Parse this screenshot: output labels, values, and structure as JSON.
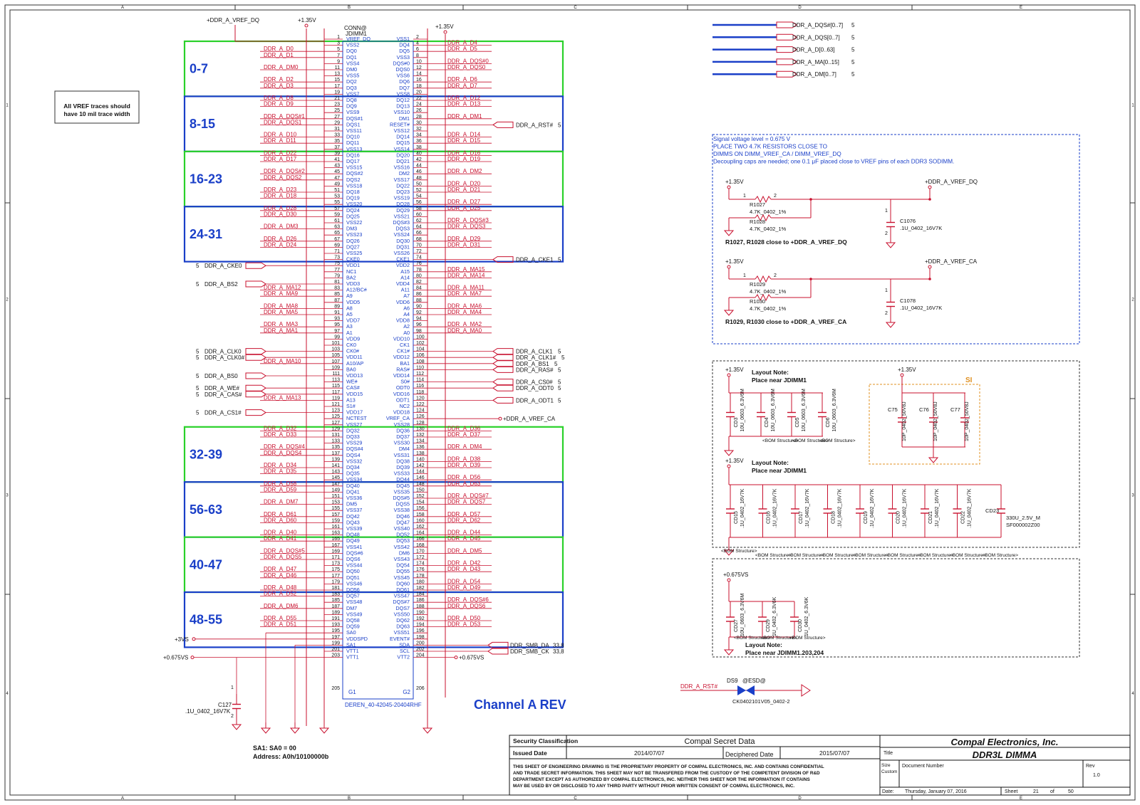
{
  "power": {
    "vref_dq": "+DDR_A_VREF_DQ",
    "v135": "+1.35V",
    "v3vs": "+3VS",
    "v0675": "+0.675VS",
    "v0675_dec": "+0.675VS",
    "vref_ca": "+DDR_A_VREF_CA"
  },
  "connector": {
    "conn": "CONN@",
    "refdes": "JDIMM1",
    "part": "DEREN_40-42045-20404RHF",
    "g1": "G1",
    "g2": "G2",
    "pin205": "205",
    "pin206": "206"
  },
  "groups": [
    "0-7",
    "8-15",
    "16-23",
    "24-31",
    "32-39",
    "56-63",
    "40-47",
    "48-55"
  ],
  "note_vref": [
    "All VREF traces should",
    "have 10 mil trace width"
  ],
  "block1": {
    "nets_left": [
      "DDR_A_D0",
      "DDR_A_D1",
      "DDR_A_DM0",
      "DDR_A_D2",
      "DDR_A_D3"
    ],
    "nets_right": [
      "DDR_A_D4",
      "DDR_A_D5",
      "DDR_A_DQS#0",
      "DDR_A_DQS0",
      "DDR_A_D6",
      "DDR_A_D7"
    ]
  },
  "block2": {
    "nets_left": [
      "DDR_A_D8",
      "DDR_A_D9",
      "DDR_A_DQS#1",
      "DDR_A_DQS1",
      "DDR_A_D10",
      "DDR_A_D11"
    ],
    "nets_right": [
      "DDR_A_D12",
      "DDR_A_D13",
      "DDR_A_DM1",
      "DDR_A_D14",
      "DDR_A_D15"
    ]
  },
  "block3": {
    "nets_left": [
      "DDR_A_D22",
      "DDR_A_D17",
      "DDR_A_DQS#2",
      "DDR_A_DQS2",
      "DDR_A_D23",
      "DDR_A_D18"
    ],
    "nets_right": [
      "DDR_A_D16",
      "DDR_A_D19",
      "DDR_A_DM2",
      "DDR_A_D20",
      "DDR_A_D21"
    ]
  },
  "block4": {
    "nets_left": [
      "DDR_A_D28",
      "DDR_A_D30",
      "DDR_A_DM3",
      "DDR_A_D26",
      "DDR_A_D24"
    ],
    "nets_right": [
      "DDR_A_D27",
      "DDR_A_D25",
      "DDR_A_DQS#3",
      "DDR_A_DQS3",
      "DDR_A_D29",
      "DDR_A_D31"
    ]
  },
  "block5": {
    "nets_left": [
      "DDR_A_D32",
      "DDR_A_D33",
      "DDR_A_DQS#4",
      "DDR_A_DQS4",
      "DDR_A_D34",
      "DDR_A_D35"
    ],
    "nets_right": [
      "DDR_A_D36",
      "DDR_A_D37",
      "DDR_A_DM4",
      "DDR_A_D38",
      "DDR_A_D39"
    ]
  },
  "block6": {
    "nets_left": [
      "DDR_A_D58",
      "DDR_A_D59",
      "DDR_A_DM7",
      "DDR_A_D61",
      "DDR_A_D60"
    ],
    "nets_right": [
      "DDR_A_D56",
      "DDR_A_D63",
      "DDR_A_DQS#7",
      "DDR_A_DQS7",
      "DDR_A_D57",
      "DDR_A_D62"
    ]
  },
  "block7": {
    "nets_left": [
      "DDR_A_D40",
      "DDR_A_D41",
      "DDR_A_DQS#5",
      "DDR_A_DQS5",
      "DDR_A_D47",
      "DDR_A_D46"
    ],
    "nets_right": [
      "DDR_A_D44",
      "DDR_A_D45",
      "DDR_A_DM5",
      "DDR_A_D42",
      "DDR_A_D43"
    ]
  },
  "block8": {
    "nets_left": [
      "DDR_A_D48",
      "DDR_A_D52",
      "DDR_A_DM6",
      "DDR_A_D55",
      "DDR_A_D51"
    ],
    "nets_right": [
      "DDR_A_D54",
      "DDR_A_D49",
      "DDR_A_DQS#6",
      "DDR_A_DQS6",
      "DDR_A_D50",
      "DDR_A_D53"
    ]
  },
  "ctrl_left": [
    "DDR_A_MA12",
    "DDR_A_MA9",
    "DDR_A_MA8",
    "DDR_A_MA5",
    "DDR_A_MA3",
    "DDR_A_MA1",
    "DDR_A_MA10",
    "DDR_A_MA13"
  ],
  "ctrl_right": [
    "DDR_A_MA15",
    "DDR_A_MA14",
    "DDR_A_MA11",
    "DDR_A_MA7",
    "DDR_A_MA6",
    "DDR_A_MA4",
    "DDR_A_MA2",
    "DDR_A_MA0"
  ],
  "ports_left": [
    "DDR_A_CKE0",
    "DDR_A_BS2",
    "DDR_A_CLK0",
    "DDR_A_CLK0#",
    "DDR_A_BS0",
    "DDR_A_WE#",
    "DDR_A_CAS#",
    "DDR_A_CS1#"
  ],
  "ports_right": [
    "DDR_A_CKE1",
    "DDR_A_CLK1",
    "DDR_A_CLK1#",
    "DDR_A_BS1",
    "DDR_A_RAS#",
    "DDR_A_CS0#",
    "DDR_A_ODT0",
    "DDR_A_ODT1"
  ],
  "port_rst": "DDR_A_RST#",
  "port_sheet": "5",
  "smb": [
    "DDR_SMB_DA",
    "DDR_SMB_CK"
  ],
  "smb_sheet": "33,8",
  "c127": {
    "ref": "C127",
    "val": ".1U_0402_16V7K"
  },
  "sa_note": [
    "SA1: SA0 = 00",
    "Address: A0h/10100000b"
  ],
  "channel_title": "Channel A REV",
  "buses": [
    "DDR_A_DQS#[0..7]",
    "DDR_A_DQS[0..7]",
    "DDR_A_D[0..63]",
    "DDR_A_MA[0..15]",
    "DDR_A_DM[0..7]"
  ],
  "vref_note": [
    "Signal voltage level = 0.675 V",
    "PLACE TWO 4.7K RESISTORS CLOSE TO",
    "DIMMS ON DIMM_VREF_CA / DIMM_VREF_DQ",
    "Decoupling caps are needed; one 0.1 μF placed close to VREF pins of each DDR3 SODIMM."
  ],
  "vref_dq_circuit": {
    "r1": "R1027",
    "r2": "R1028",
    "rval": "4.7K_0402_1%",
    "cap": "C1076",
    "cval": ".1U_0402_16V7K",
    "note": "R1027, R1028 close to +DDR_A_VREF_DQ"
  },
  "vref_ca_circuit": {
    "r1": "R1029",
    "r2": "R1030",
    "rval": "4.7K_0402_1%",
    "cap": "C1078",
    "cval": ".1U_0402_16V7K",
    "note": "R1029, R1030 close to +DDR_A_VREF_CA"
  },
  "layout_note": "Layout Note:",
  "place_near": "Place near JDIMM1",
  "place_near_203": "Place near JDIMM1.203,204",
  "bulk_caps": {
    "refs": [
      "CD3",
      "CD4",
      "CD5",
      "CD6"
    ],
    "val": "10U_0603_6.3V6M"
  },
  "si_label": "SI",
  "si_caps": {
    "refs": [
      "C75",
      "C76",
      "C77"
    ],
    "val": "10P_0402_50V8J"
  },
  "dec_caps": {
    "refs": [
      "CD15",
      "CD16",
      "CD17",
      "CD18",
      "CD19",
      "CD20",
      "CD21",
      "CD22"
    ],
    "val": ".1U_0402_16V7K"
  },
  "cd23": {
    "ref": "CD23",
    "val": "330U_2.5V_M",
    "part": "SF000002Z00"
  },
  "vtt_caps": [
    {
      "ref": "CD27",
      "val": "10U_0603_6.3V6M"
    },
    {
      "ref": "CD29",
      "val": "1U_0402_6.3V6K"
    },
    {
      "ref": "CD30",
      "val": "1U_0402_6.3V6K"
    }
  ],
  "bom": "<BOM Structure>",
  "esd": {
    "ref": "DS9",
    "tag": "@ESD@",
    "part": "CK0402101V05_0402-2"
  },
  "title_block": {
    "sec_class": "Security Classification",
    "secret": "Compal Secret Data",
    "issued": "Issued Date",
    "issued_date": "2014/07/07",
    "deciphered": "Deciphered Date",
    "deciphered_date": "2015/07/07",
    "title_lbl": "Title",
    "company": "Compal Electronics, Inc.",
    "title": "DDR3L DIMMA",
    "legal": [
      "THIS SHEET OF ENGINEERING DRAWING IS THE PROPRIETARY PROPERTY OF COMPAL ELECTRONICS, INC. AND CONTAINS CONFIDENTIAL",
      "AND TRADE SECRET INFORMATION. THIS SHEET MAY NOT BE TRANSFERED FROM THE CUSTODY OF THE COMPETENT DIVISION OF R&D",
      "DEPARTMENT EXCEPT AS AUTHORIZED BY COMPAL ELECTRONICS, INC. NEITHER THIS SHEET NOR THE INFORMATION IT CONTAINS",
      "MAY BE USED BY OR DISCLOSED TO ANY THIRD PARTY WITHOUT PRIOR WRITTEN CONSENT OF COMPAL ELECTRONICS, INC."
    ],
    "size": "Size",
    "custom": "Custom",
    "docnum": "Document Number",
    "rev": "Rev",
    "rev_val": "1.0",
    "date_lbl": "Date:",
    "date": "Thursday, January 07, 2016",
    "sheet": "Sheet",
    "sheet_no": "21",
    "of": "of",
    "total": "50"
  },
  "border": {
    "cols": [
      "A",
      "B",
      "C",
      "D",
      "E"
    ],
    "rows": [
      "1",
      "2",
      "3",
      "4"
    ]
  }
}
